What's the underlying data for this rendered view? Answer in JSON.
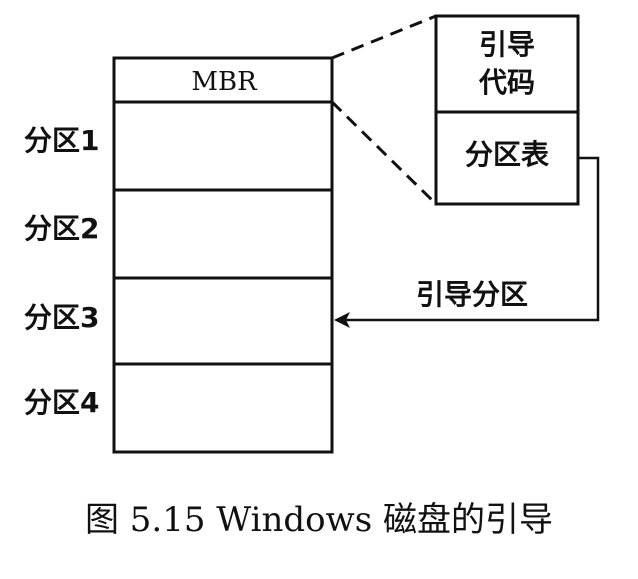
{
  "diagram": {
    "mbr_label": "MBR",
    "partitions": [
      "分区1",
      "分区2",
      "分区3",
      "分区4"
    ],
    "bootcode_line1": "引导",
    "bootcode_line2": "代码",
    "partition_table_label": "分区表",
    "arrow_label": "引导分区",
    "caption": "图 5.15    Windows 磁盘的引导"
  }
}
